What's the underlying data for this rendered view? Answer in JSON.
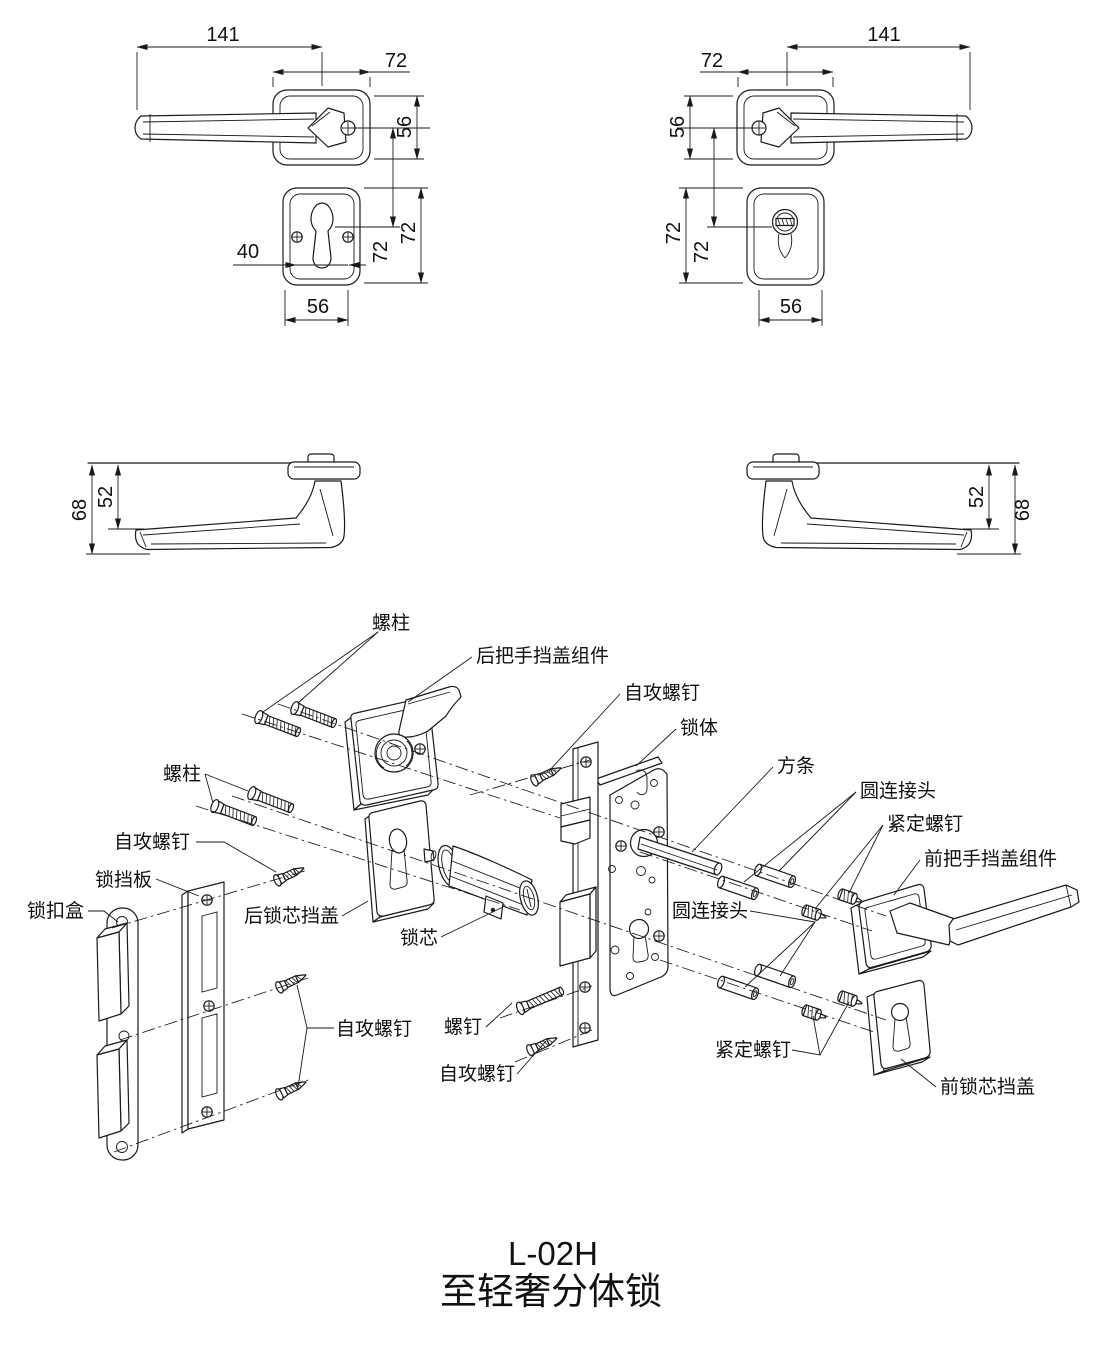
{
  "title": {
    "model": "L-02H",
    "name": "至轻奢分体锁"
  },
  "dims": {
    "d141": "141",
    "d72": "72",
    "d56": "56",
    "d40": "40",
    "d68": "68",
    "d52": "52"
  },
  "parts": {
    "stud": "螺柱",
    "rear_handle_cover": "后把手挡盖组件",
    "self_tapping_screw": "自攻螺钉",
    "lock_body": "锁体",
    "square_bar": "方条",
    "round_connector": "圆连接头",
    "set_screw": "紧定螺钉",
    "front_handle_cover": "前把手挡盖组件",
    "strike_plate": "锁挡板",
    "catch_box": "锁扣盒",
    "rear_cylinder_cover": "后锁芯挡盖",
    "cylinder": "锁芯",
    "screw": "螺钉",
    "front_cylinder_cover": "前锁芯挡盖"
  }
}
